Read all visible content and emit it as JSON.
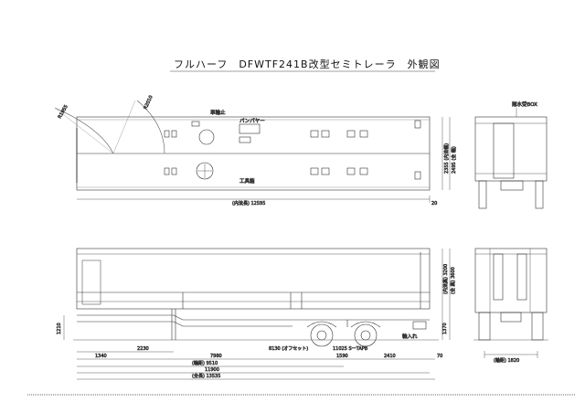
{
  "title": "フルハーフ　DFWTF241B改型セミトレーラ　外観図",
  "top_view": {
    "radius_1": "R1955",
    "radius_2": "R2010",
    "label_chamfer": "車輪止",
    "label_tool_box": "工具箱",
    "label_bumper": "バンパヤー",
    "label_tool_box_2": "工具箱",
    "inner_length": "(内法長) 12595",
    "end_gap": "20",
    "inner_width": "2355 (内法幅)",
    "outer_width": "2495 (全 幅)"
  },
  "side_view": {
    "inner_height": "(内法高) 3200",
    "total_height": "(全 高) 3600",
    "deck_height": "1210",
    "deck_height_rear": "1370",
    "kingpin_offset": "1340",
    "dim_2230": "2230",
    "dim_7980": "7980",
    "offset_label": "8130 (オフセット)",
    "axle_spread": "11025 SーTAPB",
    "dim_1590": "1590",
    "dim_2410": "2410",
    "dim_70": "70",
    "wheelbase": "(軸距) 9510",
    "dim_11900": "11900",
    "overall_length": "(全長) 13535",
    "label_stopper": "軸入れ"
  },
  "rear_view_top": {
    "label_box": "雨水受BOX"
  },
  "rear_view_bottom": {
    "track_width": "(輪距) 1820"
  }
}
